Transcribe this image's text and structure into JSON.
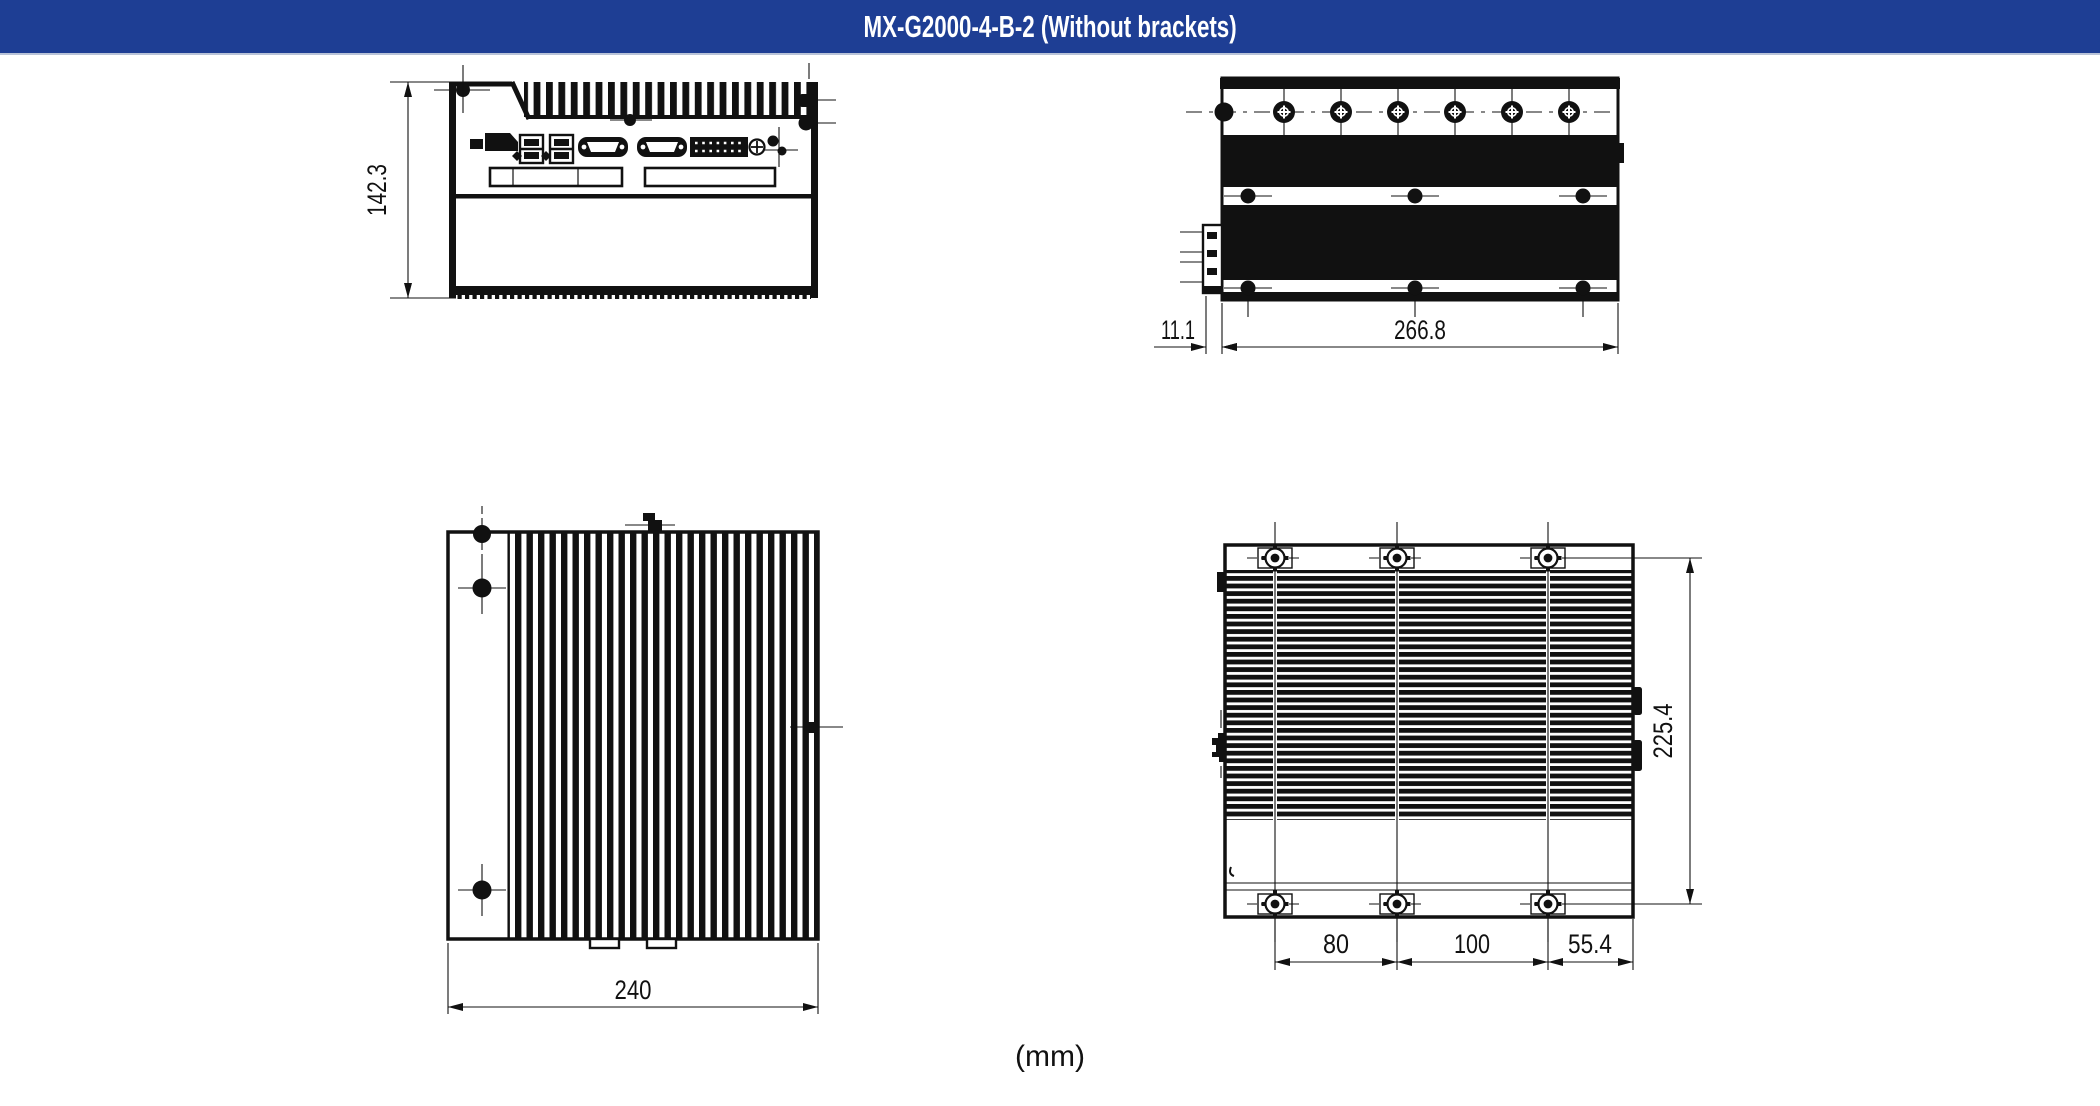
{
  "title": "MX-G2000-4-B-2 (Without brackets)",
  "unit_label": "(mm)",
  "colors": {
    "header_bg": "#1e3e94",
    "header_text": "#ffffff",
    "ink": "#111111",
    "paper": "#ffffff"
  },
  "views": {
    "front": {
      "dim_height_mm": "142.3"
    },
    "side": {
      "dim_din_offset_mm": "11.1",
      "dim_depth_mm": "266.8"
    },
    "top": {
      "dim_width_mm": "240"
    },
    "bottom": {
      "dim_mount_pitch_mm": "225.4",
      "dim_hole_span_a_mm": "80",
      "dim_hole_span_b_mm": "100",
      "dim_edge_offset_mm": "55.4"
    }
  }
}
